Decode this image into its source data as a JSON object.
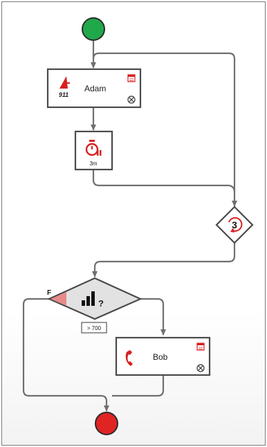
{
  "nodes": {
    "start": {
      "color": "#21a84a"
    },
    "task_adam": {
      "name": "Adam",
      "icon": "alarm-911-icon",
      "badge_text": "911",
      "corner_icons": [
        "calendar-icon",
        "cancel-icon"
      ]
    },
    "timer": {
      "icon": "stopwatch-icon",
      "duration": "3m"
    },
    "loop": {
      "icon": "repeat-icon",
      "count": "3"
    },
    "decision": {
      "icon": "signal-question-icon",
      "false_label": "F",
      "condition": "> 700"
    },
    "task_bob": {
      "name": "Bob",
      "icon": "phone-icon",
      "corner_icons": [
        "calendar-icon",
        "cancel-icon"
      ]
    },
    "end": {
      "color": "#e02424"
    }
  },
  "colors": {
    "accent_red": "#d72020",
    "connector": "#6f6f6f",
    "node_border": "#4a4a4a",
    "decision_fill": "#e2e2e2"
  }
}
